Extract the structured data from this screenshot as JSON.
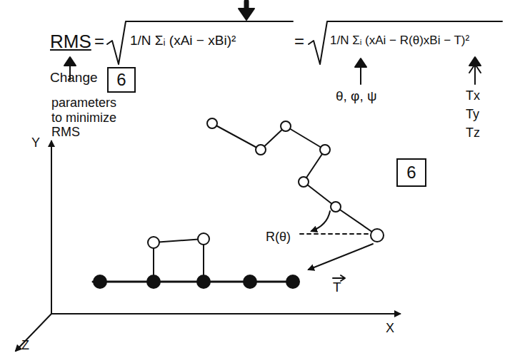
{
  "diagram": {
    "nodes": [
      {
        "text": [
          "6"
        ]
      },
      {
        "text": [
          "6"
        ]
      }
    ],
    "labels": [
      "RMS",
      "=",
      "1/N Σᵢ (xAi − xBi)²",
      "=",
      "1/N Σᵢ (xAi − R(θ)xBi − T)²",
      "Change",
      "parameters to minimize RMS",
      "θ, φ, ψ",
      "Tx",
      "Ty",
      "Tz",
      "R(θ)",
      "T",
      "Y",
      "X",
      "Z"
    ]
  }
}
